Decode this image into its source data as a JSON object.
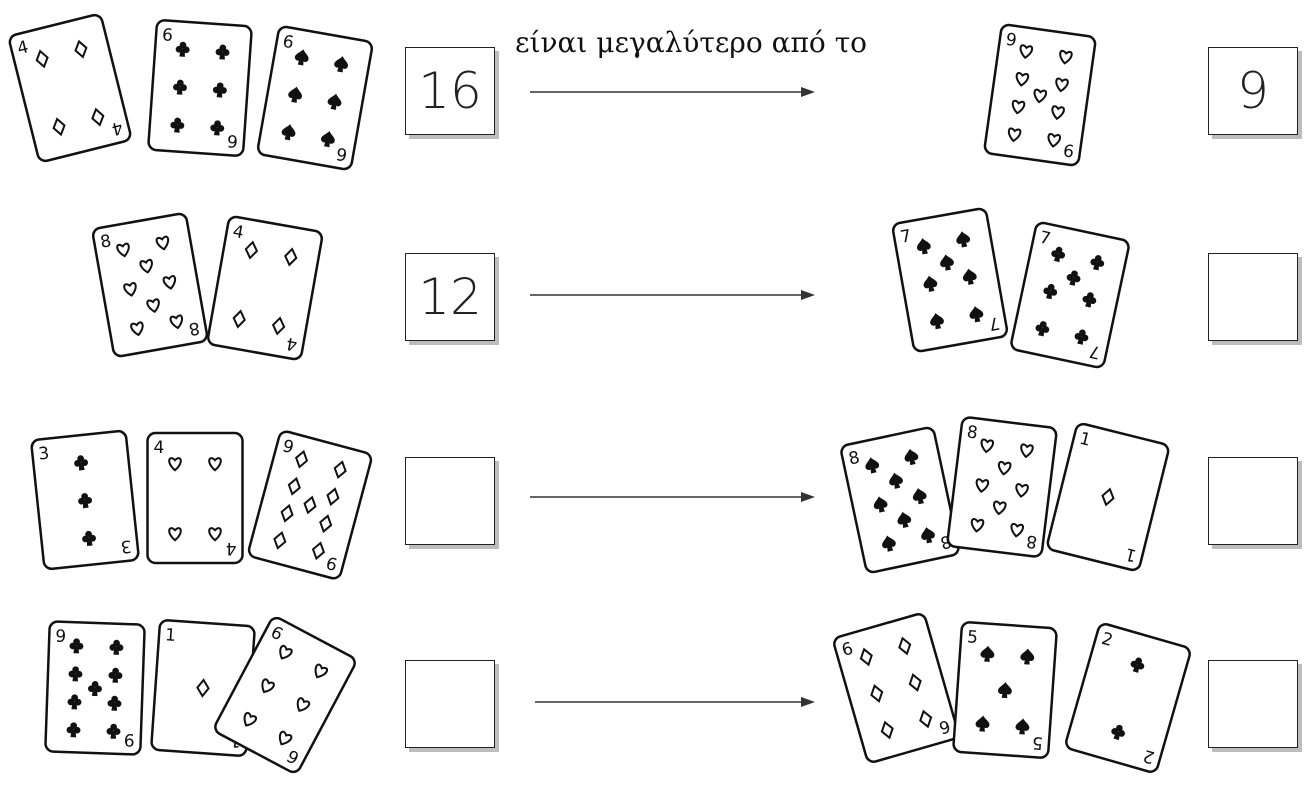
{
  "header": {
    "text": "είναι μεγαλύτερο από το"
  },
  "rows": [
    {
      "left_total": "16",
      "right_total": "9",
      "left_cards": [
        {
          "rank": "4",
          "suit": "diamond"
        },
        {
          "rank": "6",
          "suit": "club"
        },
        {
          "rank": "6",
          "suit": "spade"
        }
      ],
      "right_cards": [
        {
          "rank": "9",
          "suit": "heart"
        }
      ]
    },
    {
      "left_total": "12",
      "right_total": "",
      "left_cards": [
        {
          "rank": "8",
          "suit": "heart"
        },
        {
          "rank": "4",
          "suit": "diamond"
        }
      ],
      "right_cards": [
        {
          "rank": "7",
          "suit": "spade"
        },
        {
          "rank": "7",
          "suit": "club"
        }
      ]
    },
    {
      "left_total": "",
      "right_total": "",
      "left_cards": [
        {
          "rank": "3",
          "suit": "club"
        },
        {
          "rank": "4",
          "suit": "heart"
        },
        {
          "rank": "9",
          "suit": "diamond"
        }
      ],
      "right_cards": [
        {
          "rank": "8",
          "suit": "spade"
        },
        {
          "rank": "8",
          "suit": "heart"
        },
        {
          "rank": "1",
          "suit": "diamond"
        }
      ]
    },
    {
      "left_total": "",
      "right_total": "",
      "left_cards": [
        {
          "rank": "9",
          "suit": "club"
        },
        {
          "rank": "1",
          "suit": "diamond"
        },
        {
          "rank": "6",
          "suit": "heart"
        }
      ],
      "right_cards": [
        {
          "rank": "6",
          "suit": "diamond"
        },
        {
          "rank": "5",
          "suit": "spade"
        },
        {
          "rank": "2",
          "suit": "club"
        }
      ]
    }
  ]
}
